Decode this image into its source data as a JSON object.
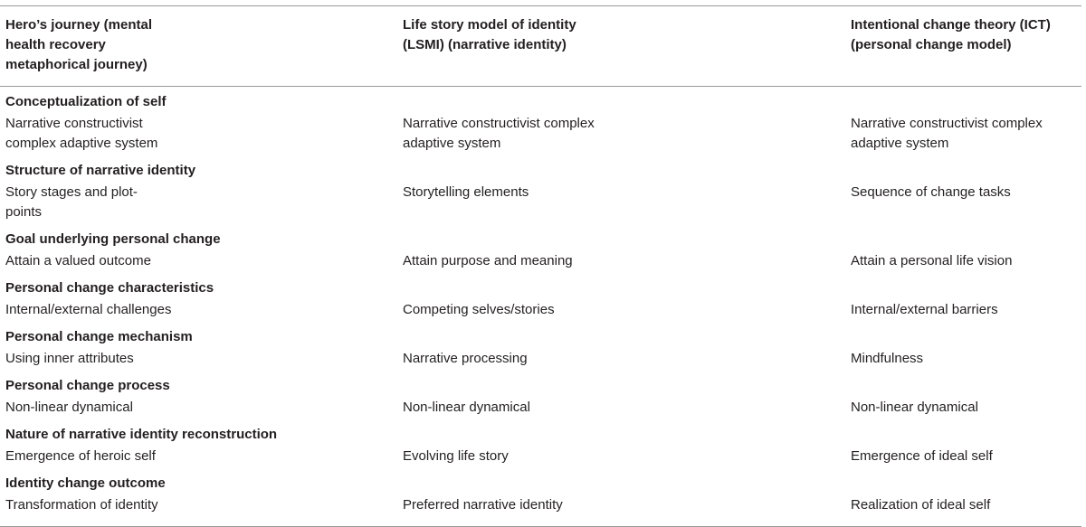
{
  "header": {
    "col1": "Hero’s journey (mental health recovery metaphorical journey)",
    "col2": "Life story model of identity (LSMI) (narrative identity)",
    "col3": "Intentional change theory (ICT) (personal change model)"
  },
  "sections": [
    {
      "title": "Conceptualization of self",
      "cells": [
        "Narrative constructivist complex adaptive system",
        "Narrative constructivist complex adaptive system",
        "Narrative constructivist complex adaptive system"
      ]
    },
    {
      "title": "Structure of narrative identity",
      "cells": [
        "Story stages and plot-points",
        "Storytelling elements",
        "Sequence of change tasks"
      ]
    },
    {
      "title": "Goal underlying personal change",
      "cells": [
        "Attain a valued outcome",
        "Attain purpose and meaning",
        "Attain a personal life vision"
      ]
    },
    {
      "title": "Personal change characteristics",
      "cells": [
        "Internal/external challenges",
        "Competing selves/stories",
        "Internal/external barriers"
      ]
    },
    {
      "title": "Personal change mechanism",
      "cells": [
        "Using inner attributes",
        "Narrative processing",
        "Mindfulness"
      ]
    },
    {
      "title": "Personal change process",
      "cells": [
        "Non-linear dynamical",
        "Non-linear dynamical",
        "Non-linear dynamical"
      ]
    },
    {
      "title": "Nature of narrative identity reconstruction",
      "cells": [
        "Emergence of heroic self",
        "Evolving life story",
        "Emergence of ideal self"
      ]
    },
    {
      "title": "Identity change outcome",
      "cells": [
        "Transformation of identity",
        "Preferred narrative identity",
        "Realization of ideal self"
      ]
    }
  ]
}
